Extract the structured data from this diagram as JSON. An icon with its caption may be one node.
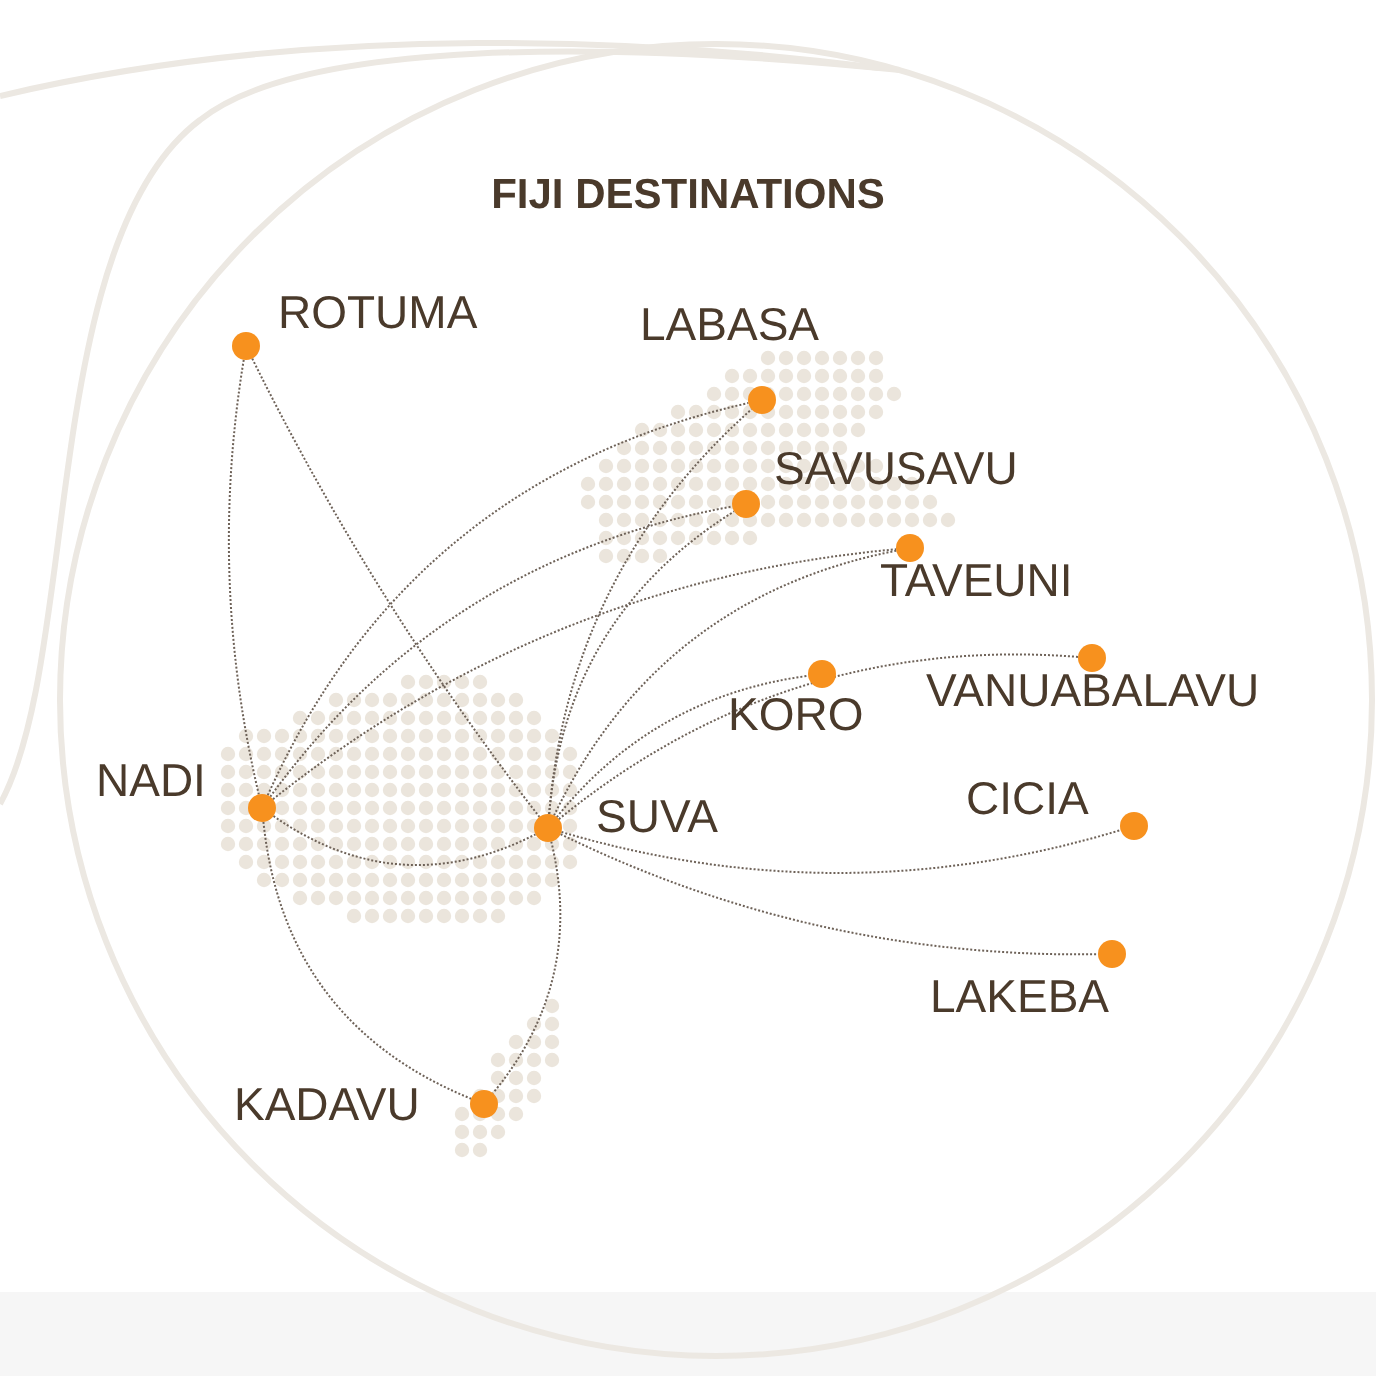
{
  "diagram": {
    "title": "FIJI DESTINATIONS",
    "nodes": [
      {
        "text": [
          "ROTUMA"
        ]
      },
      {
        "text": [
          "LABASA"
        ]
      },
      {
        "text": [
          "SAVUSAVU"
        ]
      },
      {
        "text": [
          "TAVEUNI"
        ]
      },
      {
        "text": [
          "VANUABALAVU"
        ]
      },
      {
        "text": [
          "KORO"
        ]
      },
      {
        "text": [
          "NADI"
        ]
      },
      {
        "text": [
          "SUVA"
        ]
      },
      {
        "text": [
          "CICIA"
        ]
      },
      {
        "text": [
          "LAKEBA"
        ]
      },
      {
        "text": [
          "KADAVU"
        ]
      }
    ],
    "edges": [
      {
        "from": 0,
        "to": 6,
        "arrow": "none"
      },
      {
        "from": 0,
        "to": 7,
        "arrow": "none"
      },
      {
        "from": 6,
        "to": 1,
        "arrow": "none"
      },
      {
        "from": 6,
        "to": 2,
        "arrow": "none"
      },
      {
        "from": 6,
        "to": 3,
        "arrow": "none"
      },
      {
        "from": 6,
        "to": 7,
        "arrow": "none"
      },
      {
        "from": 6,
        "to": 10,
        "arrow": "none"
      },
      {
        "from": 7,
        "to": 1,
        "arrow": "none"
      },
      {
        "from": 7,
        "to": 2,
        "arrow": "none"
      },
      {
        "from": 7,
        "to": 3,
        "arrow": "none"
      },
      {
        "from": 7,
        "to": 5,
        "arrow": "none"
      },
      {
        "from": 7,
        "to": 4,
        "arrow": "none"
      },
      {
        "from": 7,
        "to": 8,
        "arrow": "none"
      },
      {
        "from": 7,
        "to": 9,
        "arrow": "none"
      },
      {
        "from": 7,
        "to": 10,
        "arrow": "none"
      }
    ]
  }
}
